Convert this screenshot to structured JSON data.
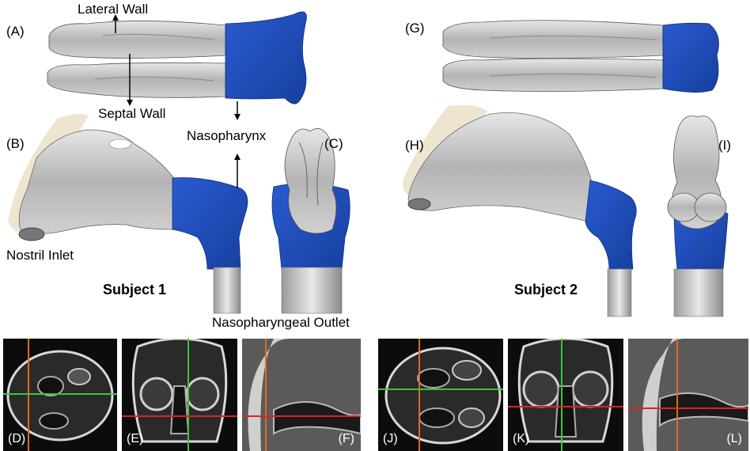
{
  "panels": {
    "A": "(A)",
    "B": "(B)",
    "C": "(C)",
    "D": "(D)",
    "E": "(E)",
    "F": "(F)",
    "G": "(G)",
    "H": "(H)",
    "I": "(I)",
    "J": "(J)",
    "K": "(K)",
    "L": "(L)"
  },
  "annotations": {
    "lateral_wall": "Lateral Wall",
    "septal_wall": "Septal Wall",
    "nasopharynx": "Nasopharynx",
    "nostril_inlet": "Nostril Inlet",
    "nasopharyngeal_outlet": "Nasopharyngeal Outlet"
  },
  "subjects": {
    "subject1": "Subject 1",
    "subject2": "Subject 2"
  },
  "colors": {
    "airway_grey": "#b9b9b9",
    "airway_light": "#dcdcdc",
    "nasopharynx_blue": "#1f4fbf",
    "face_skin": "#e8dcc0",
    "ct_crosshair_orange": "#e06a1a",
    "ct_crosshair_green": "#3cc43c",
    "ct_crosshair_red": "#e02020"
  }
}
